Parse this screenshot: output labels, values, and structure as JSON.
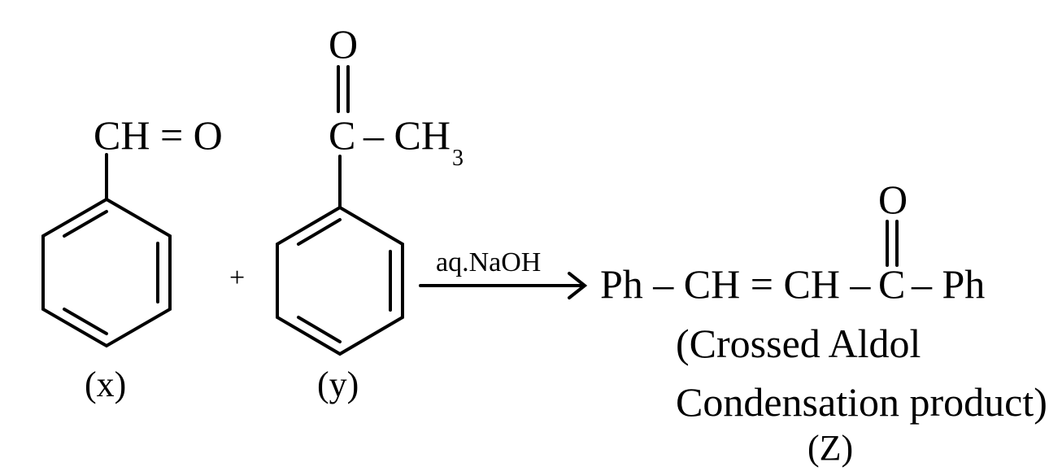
{
  "reactant_x": {
    "group": "CH = O",
    "label": "(x)"
  },
  "plus": "+",
  "reactant_y": {
    "carbonyl_o": "O",
    "carbonyl_c": "C",
    "dash_ch": "– CH",
    "subscript": "3",
    "label": "(y)"
  },
  "reagent": "aq.NaOH",
  "product": {
    "carbonyl_o": "O",
    "left_chain": "Ph – CH = CH –",
    "carbonyl_c": "C",
    "right_group": "– Ph",
    "caption_line1": "(Crossed Aldol",
    "caption_line2": "Condensation product)",
    "label": "(Z)"
  }
}
